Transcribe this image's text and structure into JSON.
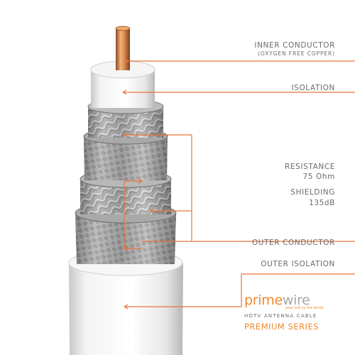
{
  "labels": {
    "inner_conductor": "INNER CONDUCTOR",
    "inner_conductor_sub": "(OXYGEN FREE COPPER)",
    "isolation": "ISOLATION",
    "resistance": "RESISTANCE",
    "resistance_value": "75 Ohm",
    "shielding": "SHIELDING",
    "shielding_value": "135dB",
    "outer_conductor": "OUTER CONDUCTOR",
    "outer_isolation": "OUTER ISOLATION"
  },
  "brand": {
    "logo_prime": "prime",
    "logo_wire": "wire",
    "tagline": "your link to the world",
    "product": "HDTV ANTENNA CABLE",
    "series": "PREMIUM SERIES"
  },
  "colors": {
    "accent": "#f0892f",
    "leader": "#e8733a",
    "label_text": "#6b6b6b",
    "copper": "#d98a52",
    "jacket": "#ffffff",
    "shield": "#9a9a9a"
  }
}
